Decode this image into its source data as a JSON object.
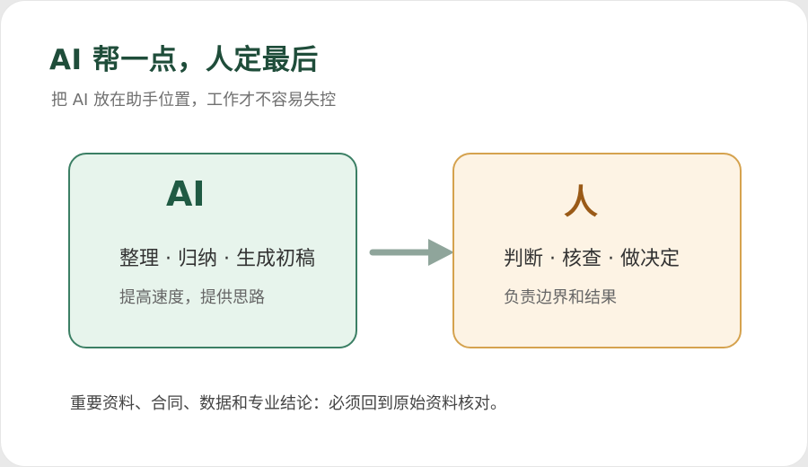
{
  "header": {
    "title": "AI 帮一点，人定最后",
    "subtitle": "把 AI 放在助手位置，工作才不容易失控"
  },
  "diagram": {
    "ai_box": {
      "heading": "AI",
      "tasks": "整理 · 归纳 · 生成初稿",
      "note": "提高速度，提供思路"
    },
    "arrow_icon": "right-arrow-icon",
    "human_box": {
      "heading": "人",
      "tasks": "判断 · 核查 · 做决定",
      "note": "负责边界和结果"
    }
  },
  "footer": {
    "text": "重要资料、合同、数据和专业结论：必须回到原始资料核对。"
  },
  "colors": {
    "title": "#1f4d3a",
    "ai_border": "#3b7f64",
    "ai_fill": "#e7f4ec",
    "human_border": "#d5a24e",
    "human_fill": "#fdf3e4",
    "arrow": "#8fa59b"
  }
}
